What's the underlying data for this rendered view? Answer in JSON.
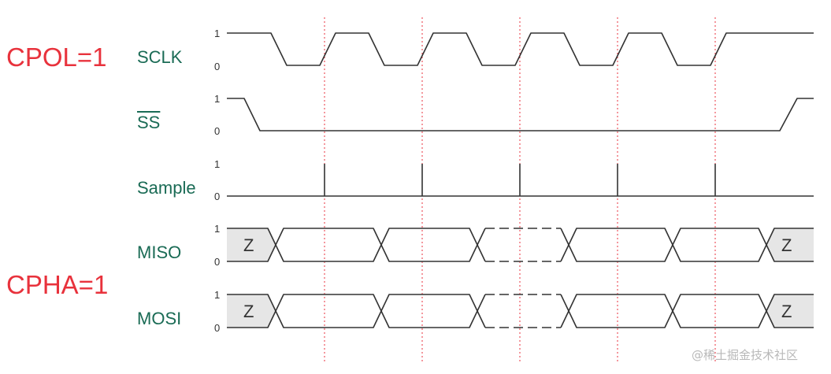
{
  "modes": {
    "cpol": "CPOL=1",
    "cpha": "CPHA=1"
  },
  "signals": {
    "sclk": {
      "label": "SCLK",
      "high": "1",
      "low": "0"
    },
    "ss": {
      "label": "SS",
      "high": "1",
      "low": "0"
    },
    "sample": {
      "label": "Sample",
      "high": "1",
      "low": "0"
    },
    "miso": {
      "label": "MISO",
      "high": "1",
      "low": "0",
      "z_start": "Z",
      "z_end": "Z"
    },
    "mosi": {
      "label": "MOSI",
      "high": "1",
      "low": "0",
      "z_start": "Z",
      "z_end": "Z"
    }
  },
  "watermark": "@稀土掘金技术社区",
  "colors": {
    "mode_text": "#e8323c",
    "signal_text": "#1a6b55",
    "waveform": "#333333",
    "marker": "#e8323c",
    "high_z_fill": "#e6e6e6",
    "watermark": "#b8b8b8"
  }
}
